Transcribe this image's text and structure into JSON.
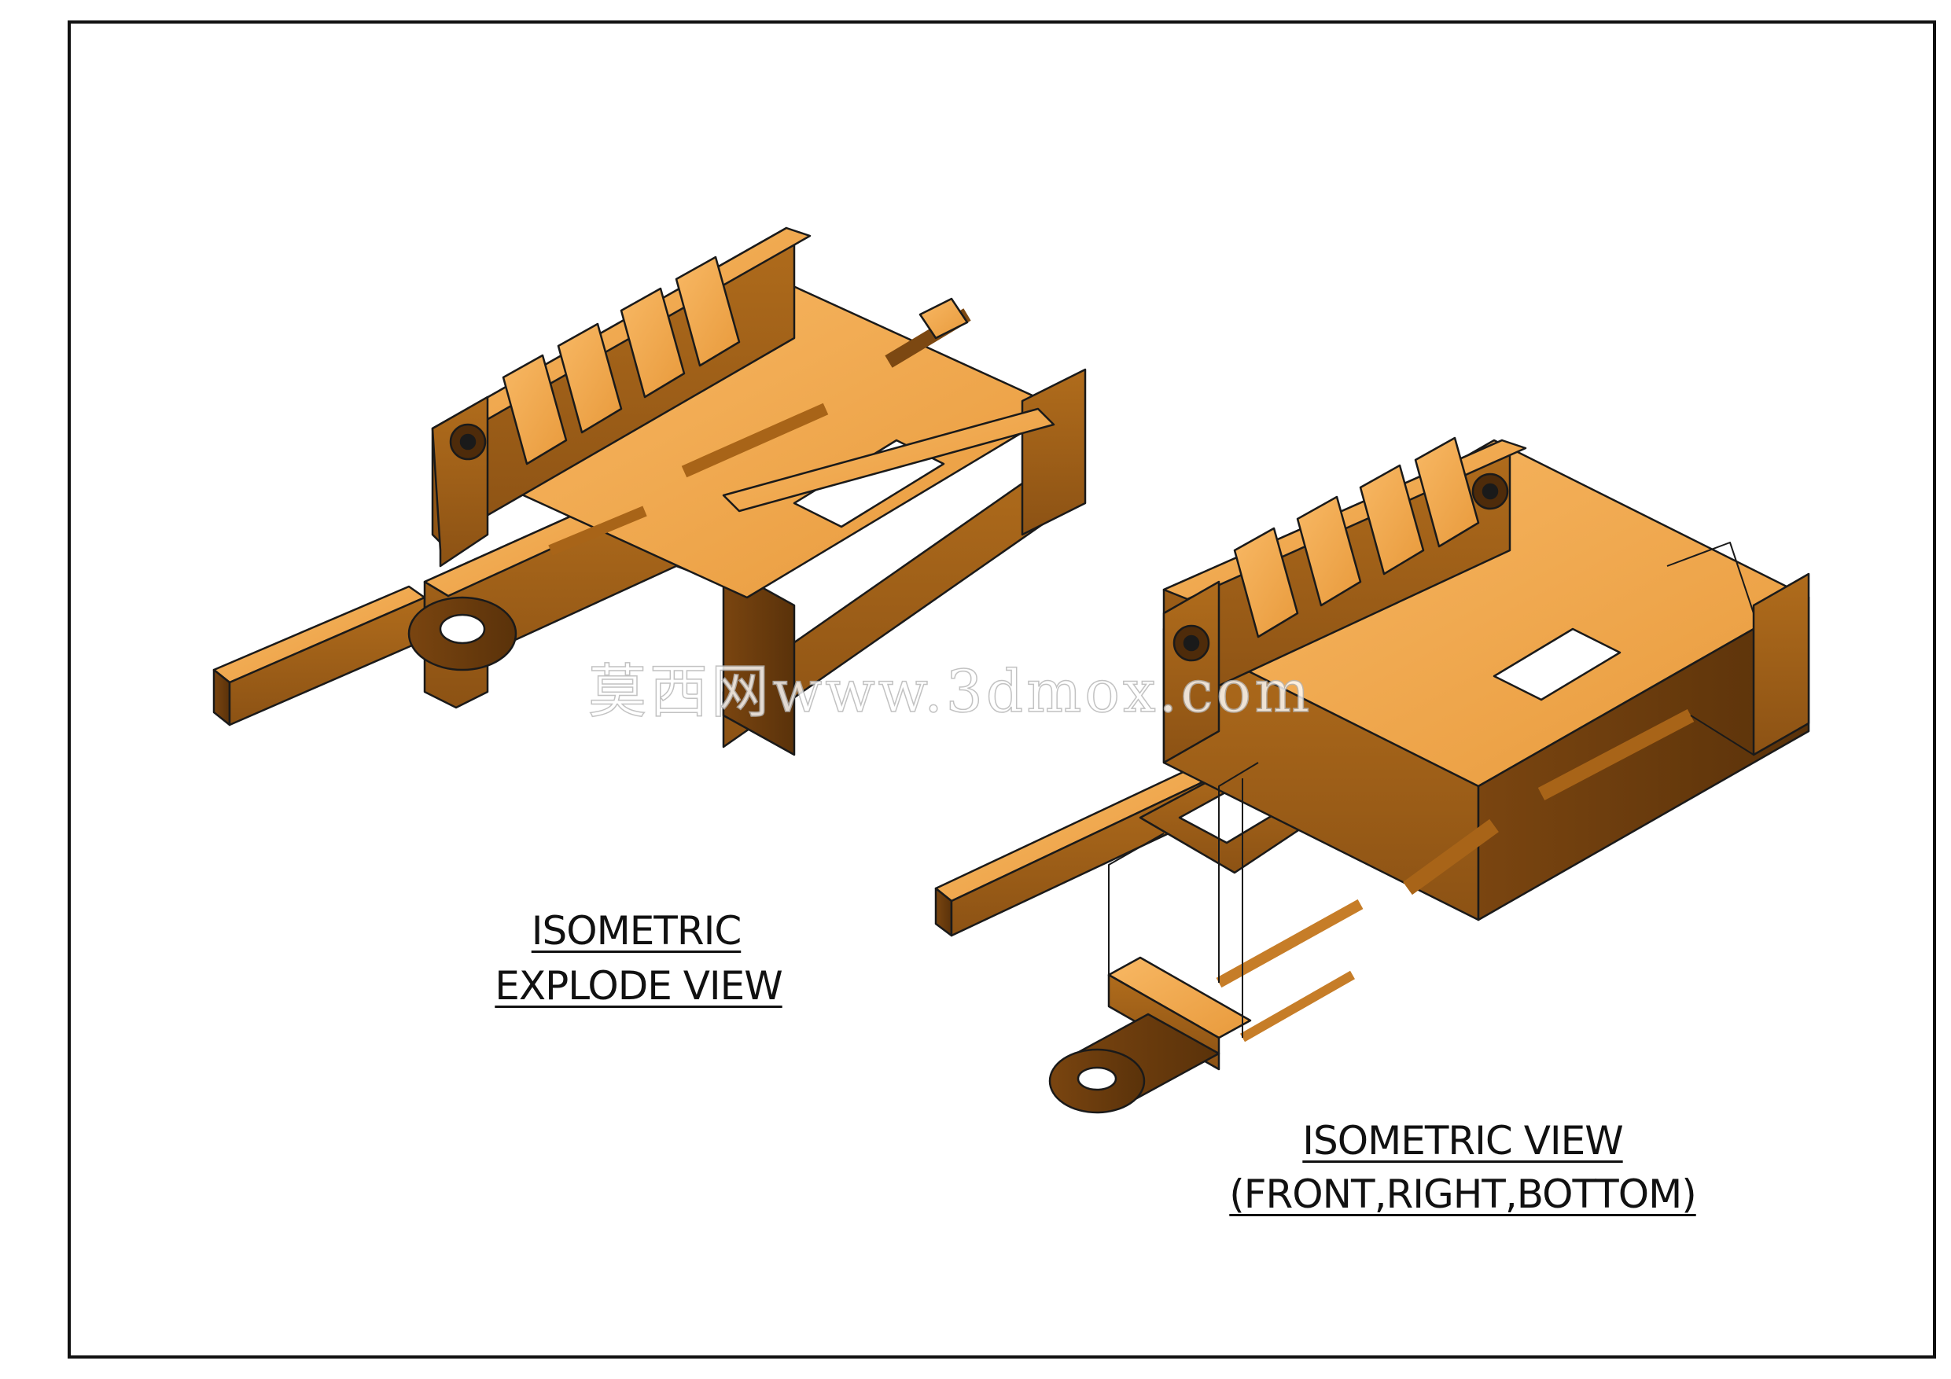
{
  "labels": {
    "left_line1": "ISOMETRIC",
    "left_line2": "EXPLODE VIEW",
    "right_line1": "ISOMETRIC VIEW",
    "right_line2": "(FRONT,RIGHT,BOTTOM)"
  },
  "watermark": "莫西网www.3dmox.com",
  "colors": {
    "part_face_top": "#f5ac52",
    "part_face_front": "#a86418",
    "part_face_side": "#7c4812",
    "part_dark": "#4e2b0a",
    "outline": "#1a1a1a"
  }
}
